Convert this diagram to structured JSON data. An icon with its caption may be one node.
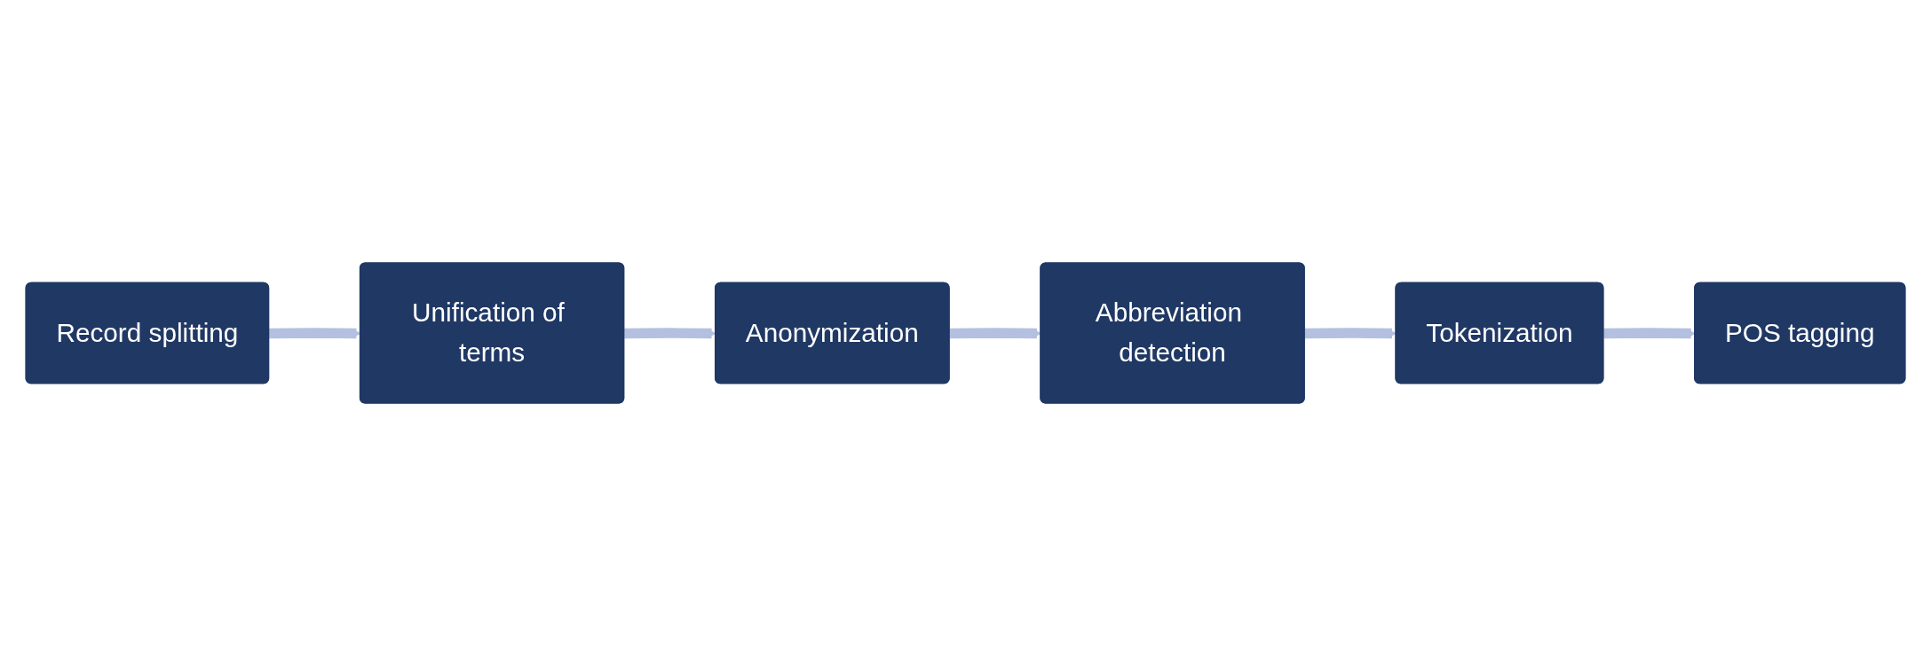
{
  "diagram": {
    "nodes": [
      {
        "text": [
          "Record splitting"
        ]
      },
      {
        "text": [
          "Unification of terms"
        ]
      },
      {
        "text": [
          "Anonymization"
        ]
      },
      {
        "text": [
          "Abbreviation detection"
        ]
      },
      {
        "text": [
          "Tokenization"
        ]
      },
      {
        "text": [
          "POS tagging"
        ]
      }
    ],
    "edges": [
      {
        "from": 0,
        "to": 1,
        "arrow": "to"
      },
      {
        "from": 1,
        "to": 2,
        "arrow": "to"
      },
      {
        "from": 2,
        "to": 3,
        "arrow": "to"
      },
      {
        "from": 3,
        "to": 4,
        "arrow": "to"
      },
      {
        "from": 4,
        "to": 5,
        "arrow": "to"
      }
    ]
  }
}
